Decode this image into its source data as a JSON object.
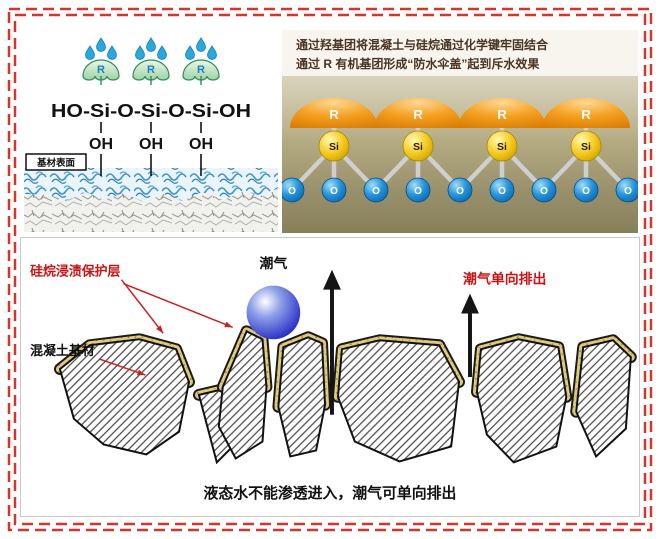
{
  "colors": {
    "border_red": "#d4362c",
    "accent_red": "#c81414",
    "coating_khaki": "#e0cb7c",
    "moisture_blue": "#1b1fc0",
    "umbrella_green": "#3a9a5c",
    "dome_orange": "#f08c00",
    "si_yellow": "#f2c511",
    "o_blue": "#1286d4"
  },
  "top_left": {
    "formula": "HO-Si-O-Si-O-Si-OH",
    "r_label": "R",
    "oh_labels": [
      "OH",
      "OH",
      "OH"
    ],
    "surface_label": "基材表面"
  },
  "top_right": {
    "caption_line1": "通过羟基团将混凝土与硅烷通过化学键牢固结合",
    "caption_line2": "通过 R 有机基团形成“防水伞盖”起到斥水效果",
    "r_label": "R",
    "si_label": "Si",
    "o_label": "O"
  },
  "bottom": {
    "coating_label": "硅烷浸渍保护层",
    "substrate_label": "混凝土基材",
    "moisture_label": "潮气",
    "outflow_label": "潮气单向排出",
    "caption": "液态水不能渗透进入，潮气可单向排出"
  }
}
